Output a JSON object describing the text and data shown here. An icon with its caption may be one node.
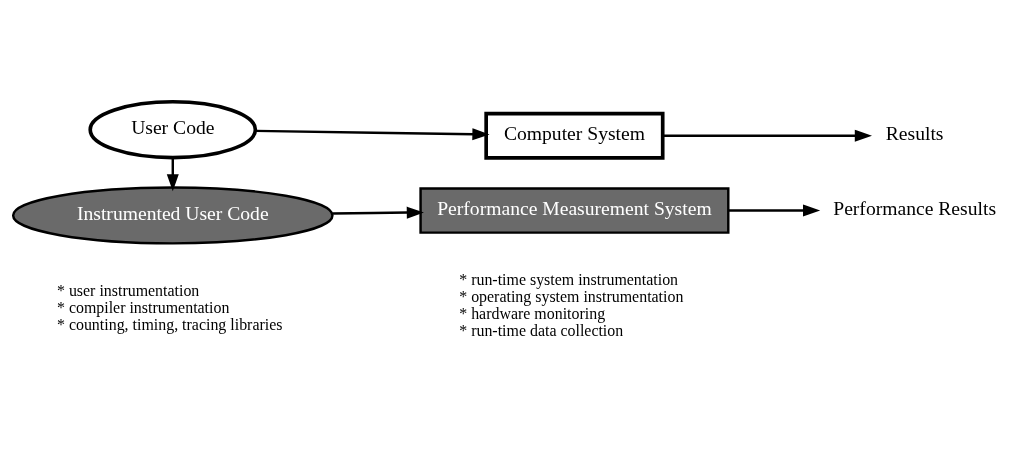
{
  "diagram": {
    "nodes": [
      {
        "text": [
          "User Code"
        ]
      },
      {
        "text": [
          "Computer System"
        ]
      },
      {
        "text": [
          "Performance Measurement System"
        ],
        "beside": [
          "* run-time system instrumentation",
          "* operating system instrumentation",
          "* hardware monitoring",
          "* run-time data collection"
        ]
      },
      {
        "text": [
          "Instrumented User Code"
        ],
        "beside": [
          "* user instrumentation",
          "* compiler instrumentation",
          "* counting, timing, tracing libraries"
        ]
      },
      {
        "text": [
          "Results"
        ]
      },
      {
        "text": [
          "Performance Results"
        ]
      }
    ],
    "edges": [
      {
        "from": 0,
        "to": 1,
        "arrow": "to"
      },
      {
        "from": 0,
        "to": 3,
        "arrow": "to"
      },
      {
        "from": 3,
        "to": 2,
        "arrow": "to"
      },
      {
        "from": 1,
        "to": 4,
        "arrow": "to"
      },
      {
        "from": 2,
        "to": 5,
        "arrow": "to"
      }
    ]
  }
}
